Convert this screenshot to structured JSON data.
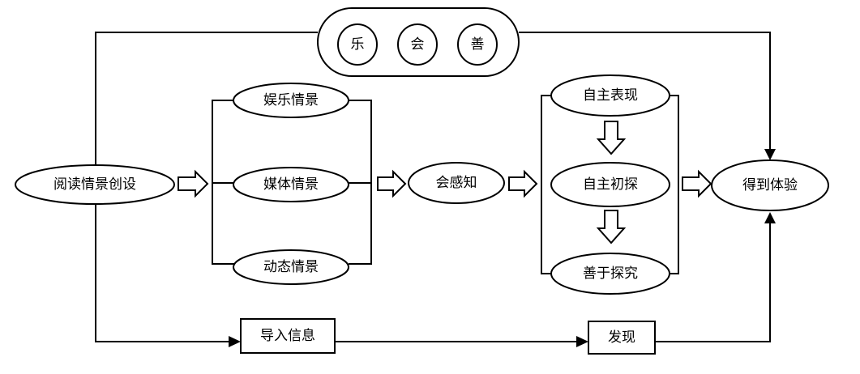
{
  "top_group": {
    "items": [
      "乐",
      "会",
      "善"
    ]
  },
  "nodes": {
    "start": "阅读情景创设",
    "scene_entertainment": "娱乐情景",
    "scene_media": "媒体情景",
    "scene_dynamic": "动态情景",
    "perceive": "会感知",
    "self_express": "自主表现",
    "self_explore": "自主初探",
    "inquiry": "善于探究",
    "experience": "得到体验",
    "import_info": "导入信息",
    "discover": "发现"
  }
}
